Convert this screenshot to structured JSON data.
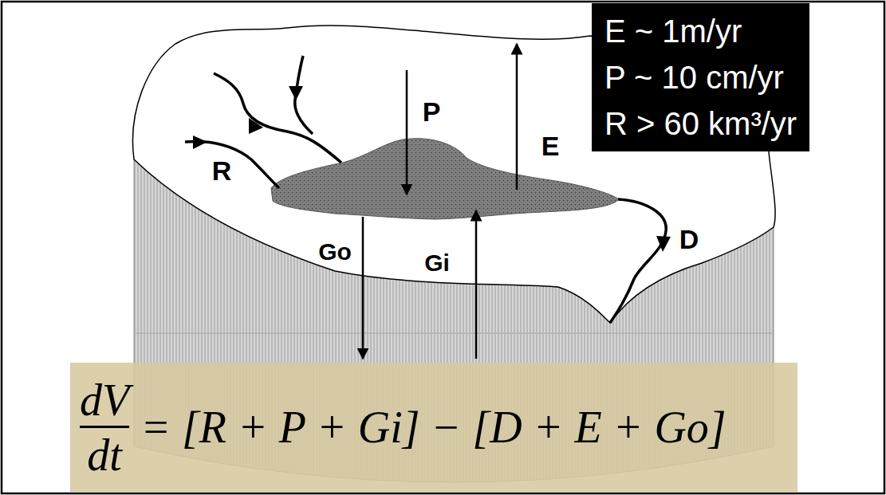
{
  "diagram": {
    "nodes": [
      {
        "text": [
          "E ~ 1m/yr",
          "P ~ 10 cm/yr",
          "R > 60 km³/yr"
        ]
      },
      {
        "text": [
          "dV",
          "dt",
          "= [R + P + Gi] − [D + E + Go]"
        ]
      }
    ],
    "labels": [
      "R",
      "P",
      "E",
      "Go",
      "Gi",
      "D"
    ]
  }
}
